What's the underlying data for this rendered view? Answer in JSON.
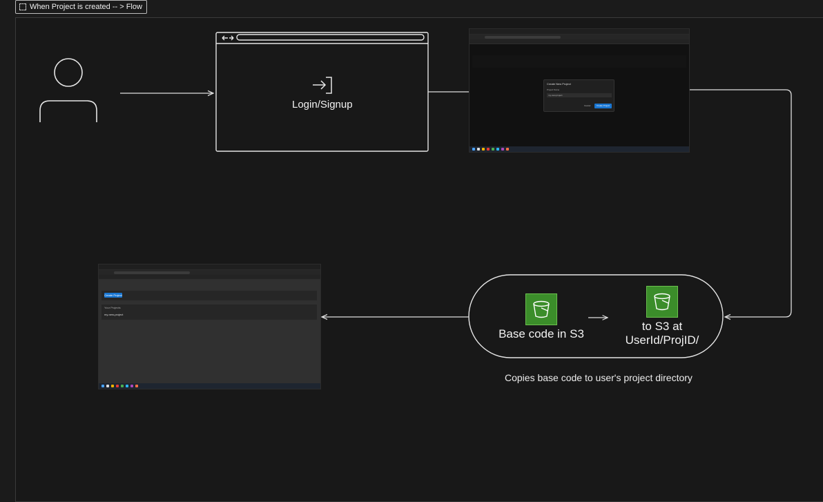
{
  "frame": {
    "label": "When Project is created -- >  Flow"
  },
  "login": {
    "label": "Login/Signup"
  },
  "modal": {
    "title": "Create New Project",
    "field_label": "Project Name",
    "field_value": "my-new-project",
    "cancel": "Cancel",
    "create": "Create Project"
  },
  "dashboard": {
    "button": "Create Project",
    "section": "Your Projects",
    "row": "my-new-project"
  },
  "s3": {
    "base_label": "Base code in S3",
    "dest_line1": "to S3 at",
    "dest_line2": "UserId/ProjID/",
    "caption": "Copies base code to user's project directory"
  },
  "colors": {
    "background": "#1b1b1b",
    "stroke": "#e0e0e0",
    "bucket": "#3b8d2a",
    "accent": "#1976d2"
  }
}
